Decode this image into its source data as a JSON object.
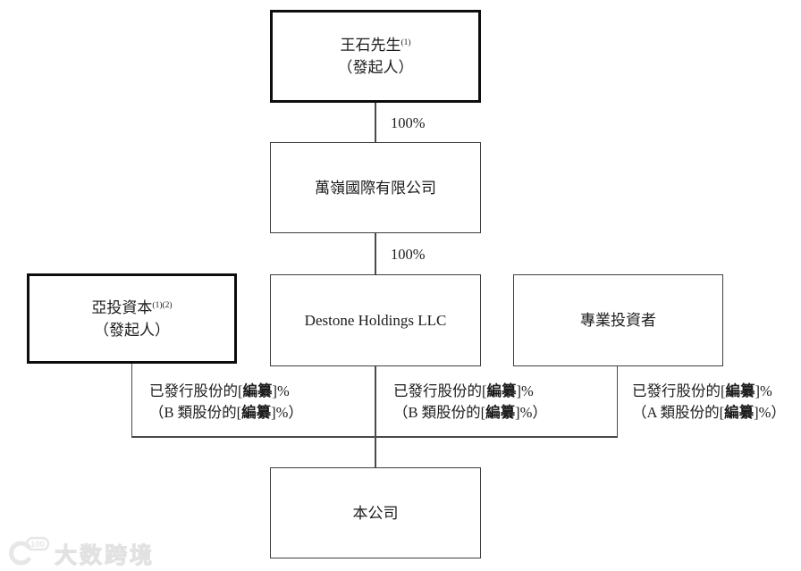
{
  "diagram": {
    "nodes": {
      "founder": {
        "name": "王石先生",
        "sup": "(1)",
        "role": "（發起人）"
      },
      "wanling": {
        "name": "萬嶺國際有限公司"
      },
      "yatou": {
        "name": "亞投資本",
        "sup": "(1)(2)",
        "role": "（發起人）"
      },
      "destone": {
        "name": "Destone Holdings LLC"
      },
      "professional": {
        "name": "專業投資者"
      },
      "company": {
        "name": "本公司"
      }
    },
    "edges": [
      {
        "label": "100%"
      },
      {
        "label": "100%"
      }
    ],
    "share_labels": [
      {
        "line1": {
          "pre": "已發行股份的[",
          "bold": "編纂",
          "post": "]%"
        },
        "line2": {
          "pre": "（B 類股份的[",
          "bold": "編纂",
          "post": "]%）"
        }
      },
      {
        "line1": {
          "pre": "已發行股份的[",
          "bold": "編纂",
          "post": "]%"
        },
        "line2": {
          "pre": "（B 類股份的[",
          "bold": "編纂",
          "post": "]%）"
        }
      },
      {
        "line1": {
          "pre": "已發行股份的[",
          "bold": "編纂",
          "post": "]%"
        },
        "line2": {
          "pre": "（A 類股份的[",
          "bold": "編纂",
          "post": "]%）"
        }
      }
    ]
  },
  "watermark": {
    "badge": "100",
    "text": "大数跨境"
  },
  "colors": {
    "line": "#4a4a4a",
    "thin_border": "#3f3f3f",
    "thick_border": "#0d0d0d",
    "text": "#1c1c1c",
    "watermark": "#e7e7e7"
  }
}
